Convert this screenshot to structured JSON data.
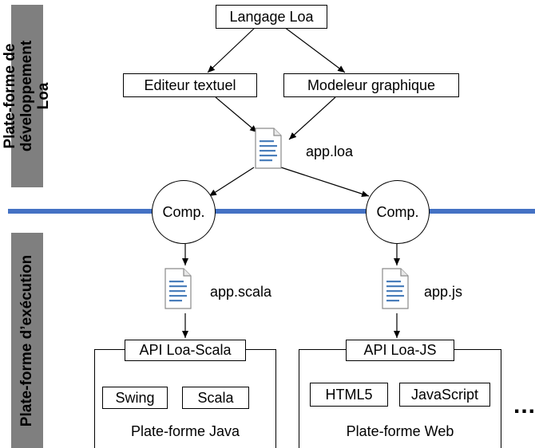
{
  "zones": {
    "top_label": "Plate-forme de développement Loa",
    "bottom_label": "Plate-forme d’exécution"
  },
  "nodes": {
    "langage": "Langage Loa",
    "editeur": "Editeur textuel",
    "modeleur": "Modeleur graphique",
    "app_loa": "app.loa",
    "comp_left": "Comp.",
    "comp_right": "Comp.",
    "app_scala": "app.scala",
    "app_js": "app.js",
    "api_scala": "API Loa-Scala",
    "api_js": "API Loa-JS",
    "swing": "Swing",
    "scala": "Scala",
    "html5": "HTML5",
    "javascript": "JavaScript",
    "platform_java": "Plate-forme Java",
    "platform_web": "Plate-forme Web",
    "more": "..."
  },
  "colors": {
    "separator": "#4472c4",
    "label_band": "#7f7f7f",
    "file_lines": "#4a7ebb"
  },
  "icons": {
    "file": "document-icon"
  }
}
